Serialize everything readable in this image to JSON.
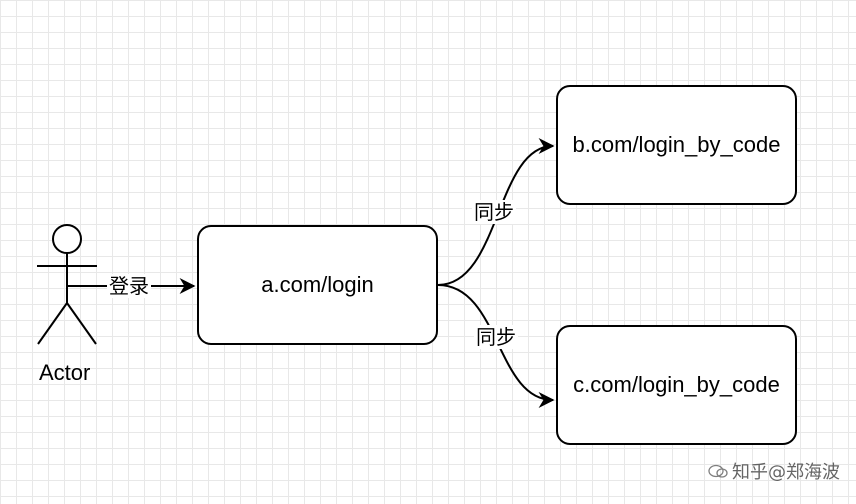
{
  "actor": {
    "label": "Actor"
  },
  "nodes": {
    "a": {
      "label": "a.com/login"
    },
    "b": {
      "label": "b.com/login_by_code"
    },
    "c": {
      "label": "c.com/login_by_code"
    }
  },
  "edges": {
    "actor_to_a": {
      "label": "登录"
    },
    "a_to_b": {
      "label": "同步"
    },
    "a_to_c": {
      "label": "同步"
    }
  },
  "watermark": {
    "text": "知乎@郑海波"
  },
  "colors": {
    "stroke": "#000000",
    "grid": "#e8e8e8",
    "background": "#ffffff"
  }
}
